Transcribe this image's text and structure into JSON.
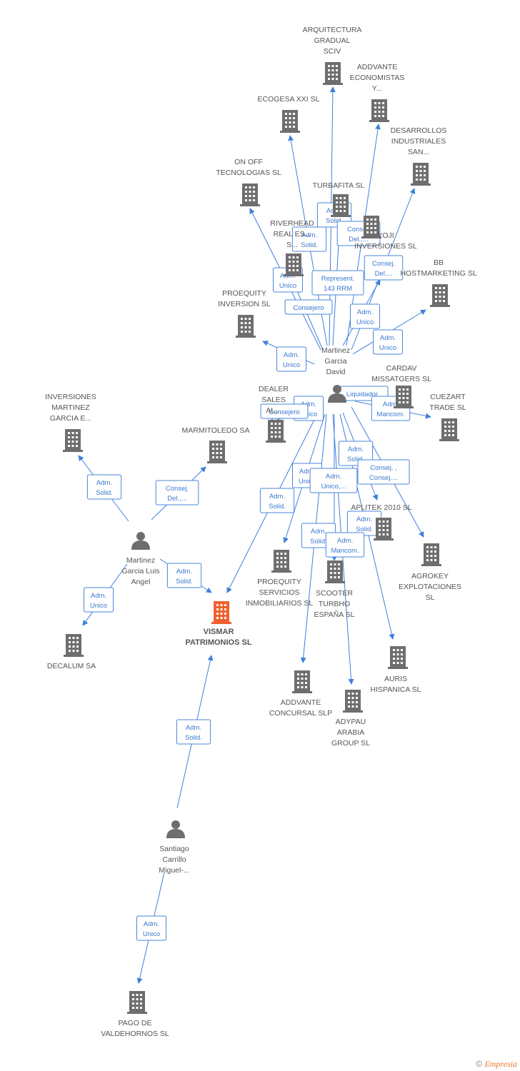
{
  "colors": {
    "edge": "#3f80dc",
    "node": "#6e6e6e",
    "main_node": "#f0612e",
    "rel_text": "#3a78cf"
  },
  "nodes": [
    {
      "id": "vismar",
      "type": "company",
      "main": true,
      "lines": [
        "VISMAR",
        "PATRIMONIOS SL"
      ]
    },
    {
      "id": "arq",
      "type": "company",
      "lines": [
        "ARQUITECTURA",
        "GRADUAL",
        "SCIV"
      ]
    },
    {
      "id": "addv_econ",
      "type": "company",
      "lines": [
        "ADDVANTE",
        "ECONOMISTAS",
        "Y..."
      ]
    },
    {
      "id": "ecogesa",
      "type": "company",
      "lines": [
        "ECOGESA XXI SL"
      ]
    },
    {
      "id": "desarrollos",
      "type": "company",
      "lines": [
        "DESARROLLOS",
        "INDUSTRIALES",
        "SAN..."
      ]
    },
    {
      "id": "onoff",
      "type": "company",
      "lines": [
        "ON OFF",
        "TECNOLOGIAS SL"
      ]
    },
    {
      "id": "turbafita",
      "type": "company",
      "lines": [
        "TURBAFITA SL"
      ]
    },
    {
      "id": "riverhead",
      "type": "company",
      "lines": [
        "RIVERHEAD",
        "REAL ES...",
        "S..."
      ]
    },
    {
      "id": "yoji",
      "type": "company",
      "lines": [
        "YOJI",
        "INVERSIONES SL"
      ]
    },
    {
      "id": "bb",
      "type": "company",
      "lines": [
        "BB",
        "HOSTMARKETING SL"
      ]
    },
    {
      "id": "proequity_inv",
      "type": "company",
      "lines": [
        "PROEQUITY",
        "INVERSION SL"
      ]
    },
    {
      "id": "david",
      "type": "person",
      "lines": [
        "Martinez",
        "Garcia",
        "David"
      ]
    },
    {
      "id": "cardav",
      "type": "company",
      "lines": [
        "CARDAV",
        "MISSATGERS SL"
      ]
    },
    {
      "id": "cuezart",
      "type": "company",
      "lines": [
        "CUEZART",
        "TRADE SL"
      ]
    },
    {
      "id": "dealer",
      "type": "company",
      "lines": [
        "DEALER",
        "SALES",
        "AL..."
      ]
    },
    {
      "id": "inv_martinez",
      "type": "company",
      "lines": [
        "INVERSIONES",
        "MARTINEZ",
        "GARCIA E..."
      ]
    },
    {
      "id": "marmitoledo",
      "type": "company",
      "lines": [
        "MARMITOLEDO SA"
      ]
    },
    {
      "id": "aplitek",
      "type": "company",
      "lines": [
        "APLITEK 2010 SL"
      ]
    },
    {
      "id": "agrokey",
      "type": "company",
      "lines": [
        "AGROKEY",
        "EXPLOTACIONES",
        "SL"
      ]
    },
    {
      "id": "proequity_serv",
      "type": "company",
      "lines": [
        "PROEQUITY",
        "SERVICIOS",
        "INMOBILIARIOS SL"
      ]
    },
    {
      "id": "scooter",
      "type": "company",
      "lines": [
        "SCOOTER",
        "TURBHO",
        "ESPAÑA  SL"
      ]
    },
    {
      "id": "luis",
      "type": "person",
      "lines": [
        "Martinez",
        "Garcia Luis",
        "Angel"
      ]
    },
    {
      "id": "decalum",
      "type": "company",
      "lines": [
        "DECALUM SA"
      ]
    },
    {
      "id": "auris",
      "type": "company",
      "lines": [
        "AURIS",
        "HISPANICA SL"
      ]
    },
    {
      "id": "addv_conc",
      "type": "company",
      "lines": [
        "ADDVANTE",
        "CONCURSAL SLP"
      ]
    },
    {
      "id": "adypau",
      "type": "company",
      "lines": [
        "ADYPAU",
        "ARABIA",
        "GROUP  SL"
      ]
    },
    {
      "id": "santiago",
      "type": "person",
      "lines": [
        "Santiago",
        "Carrillo",
        "Miguel-..."
      ]
    },
    {
      "id": "pago",
      "type": "company",
      "lines": [
        "PAGO DE",
        "VALDEHORNOS SL"
      ]
    }
  ],
  "edges": [
    {
      "from": "david",
      "to": "arq"
    },
    {
      "from": "david",
      "to": "addv_econ"
    },
    {
      "from": "david",
      "to": "ecogesa"
    },
    {
      "from": "david",
      "to": "desarrollos"
    },
    {
      "from": "david",
      "to": "onoff"
    },
    {
      "from": "david",
      "to": "turbafita"
    },
    {
      "from": "david",
      "to": "riverhead"
    },
    {
      "from": "david",
      "to": "yoji"
    },
    {
      "from": "david",
      "to": "bb"
    },
    {
      "from": "david",
      "to": "proequity_inv"
    },
    {
      "from": "david",
      "to": "cardav"
    },
    {
      "from": "david",
      "to": "cuezart"
    },
    {
      "from": "david",
      "to": "dealer"
    },
    {
      "from": "david",
      "to": "vismar"
    },
    {
      "from": "david",
      "to": "aplitek"
    },
    {
      "from": "david",
      "to": "agrokey"
    },
    {
      "from": "david",
      "to": "proequity_serv"
    },
    {
      "from": "david",
      "to": "scooter"
    },
    {
      "from": "david",
      "to": "auris"
    },
    {
      "from": "david",
      "to": "addv_conc"
    },
    {
      "from": "david",
      "to": "adypau"
    },
    {
      "from": "luis",
      "to": "inv_martinez"
    },
    {
      "from": "luis",
      "to": "marmitoledo"
    },
    {
      "from": "luis",
      "to": "vismar"
    },
    {
      "from": "luis",
      "to": "decalum"
    },
    {
      "from": "santiago",
      "to": "vismar"
    },
    {
      "from": "santiago",
      "to": "pago"
    }
  ],
  "relations": [
    {
      "lines": [
        "Adm.",
        "Solid."
      ]
    },
    {
      "lines": [
        "Adm.",
        "Solid."
      ]
    },
    {
      "lines": [
        "Consej.",
        "Del.,..."
      ]
    },
    {
      "lines": [
        "Consej.",
        "Del...."
      ]
    },
    {
      "lines": [
        "Adm.",
        "Unico"
      ]
    },
    {
      "lines": [
        "Represent.",
        "143 RRM"
      ]
    },
    {
      "lines": [
        "Consejero"
      ]
    },
    {
      "lines": [
        "Adm.",
        "Unico"
      ]
    },
    {
      "lines": [
        "Adm.",
        "Unico"
      ]
    },
    {
      "lines": [
        "Adm.",
        "Unico"
      ]
    },
    {
      "lines": [
        "Liquidador"
      ]
    },
    {
      "lines": [
        "Adm.",
        "Unico"
      ]
    },
    {
      "lines": [
        "Consejero"
      ]
    },
    {
      "lines": [
        "Adm.",
        "Mancom."
      ]
    },
    {
      "lines": [
        "Adm.",
        "Solid."
      ]
    },
    {
      "lines": [
        "Consej. ,",
        "Consej...."
      ]
    },
    {
      "lines": [
        "Adm.",
        "Unico"
      ]
    },
    {
      "lines": [
        "Adm.",
        "Unico,..."
      ]
    },
    {
      "lines": [
        "Adm.",
        "Solid."
      ]
    },
    {
      "lines": [
        "Adm.",
        "Solid."
      ]
    },
    {
      "lines": [
        "Adm.",
        "Solid."
      ]
    },
    {
      "lines": [
        "Adm.",
        "Mancom."
      ]
    },
    {
      "lines": [
        "Adm.",
        "Solid."
      ]
    },
    {
      "lines": [
        "Consej.",
        "Del.,..."
      ]
    },
    {
      "lines": [
        "Adm.",
        "Solid."
      ]
    },
    {
      "lines": [
        "Adm.",
        "Unico"
      ]
    },
    {
      "lines": [
        "Adm.",
        "Solid."
      ]
    },
    {
      "lines": [
        "Adm.",
        "Unico"
      ]
    }
  ],
  "footer": {
    "copyright": "©",
    "brand": "Empresia"
  }
}
